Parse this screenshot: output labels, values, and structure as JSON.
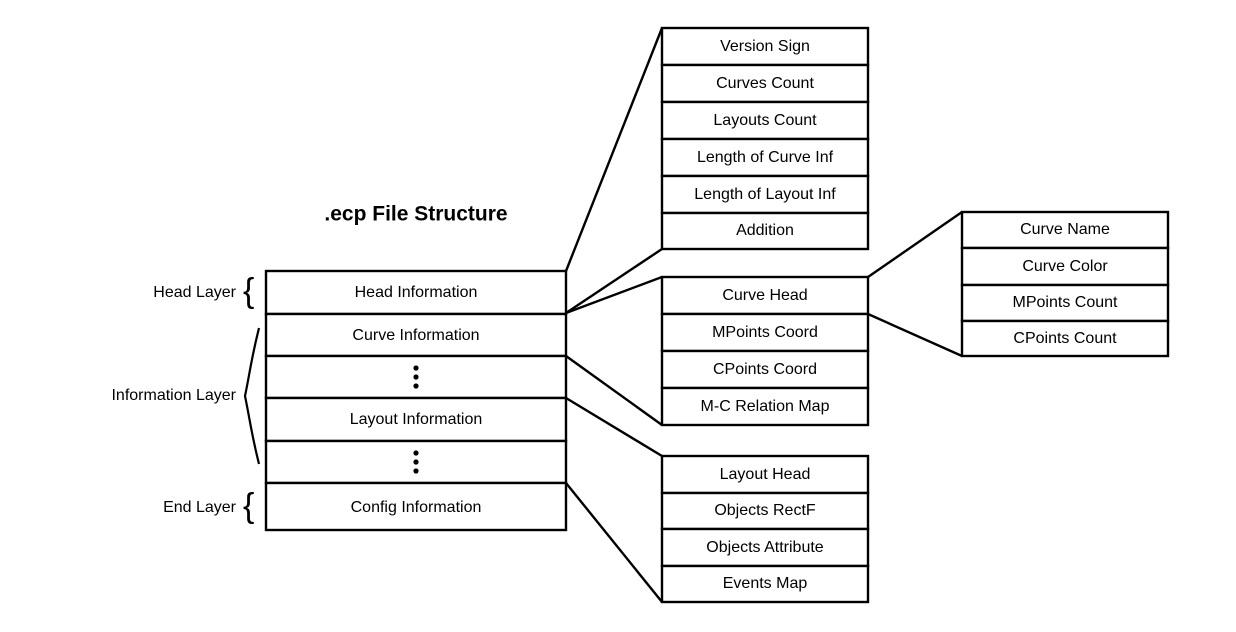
{
  "title": ".ecp File Structure",
  "main_block": {
    "name": "ecp-file-structure-block",
    "rows": [
      {
        "label": "Head Information",
        "type": "text"
      },
      {
        "label": "Curve Information",
        "type": "text"
      },
      {
        "label": "",
        "type": "ellipsis"
      },
      {
        "label": "Layout Information",
        "type": "text"
      },
      {
        "label": "",
        "type": "ellipsis"
      },
      {
        "label": "Config Information",
        "type": "text"
      }
    ]
  },
  "layer_labels": [
    {
      "label": "Head Layer",
      "brace": "curly"
    },
    {
      "label": "Information Layer",
      "brace": "tall"
    },
    {
      "label": "End Layer",
      "brace": "curly"
    }
  ],
  "head_detail_block": {
    "name": "head-information-detail",
    "rows": [
      "Version Sign",
      "Curves Count",
      "Layouts Count",
      "Length of Curve Inf",
      "Length of Layout Inf",
      "Addition"
    ]
  },
  "curve_detail_block": {
    "name": "curve-information-detail",
    "rows": [
      "Curve Head",
      "MPoints Coord",
      "CPoints Coord",
      "M-C Relation Map"
    ]
  },
  "layout_detail_block": {
    "name": "layout-information-detail",
    "rows": [
      "Layout Head",
      "Objects RectF",
      "Objects Attribute",
      "Events Map"
    ]
  },
  "curve_head_detail_block": {
    "name": "curve-head-detail",
    "rows": [
      "Curve Name",
      "Curve Color",
      "MPoints Count",
      "CPoints Count"
    ]
  },
  "colors": {
    "stroke": "#000000",
    "fill": "#ffffff",
    "text": "#000000"
  }
}
